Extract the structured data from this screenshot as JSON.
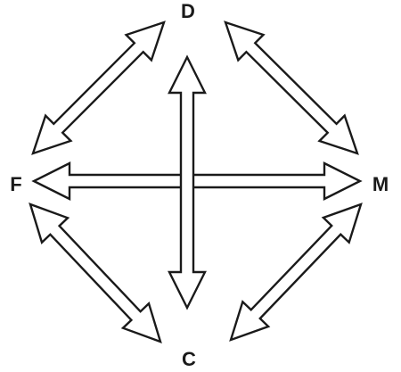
{
  "diagram": {
    "nodes": {
      "top": "D",
      "left": "F",
      "right": "M",
      "bottom": "C"
    },
    "connections": [
      {
        "from": "F",
        "to": "D",
        "direction": "both"
      },
      {
        "from": "D",
        "to": "M",
        "direction": "both"
      },
      {
        "from": "F",
        "to": "C",
        "direction": "both"
      },
      {
        "from": "M",
        "to": "C",
        "direction": "both"
      },
      {
        "from": "F",
        "to": "M",
        "direction": "both"
      },
      {
        "from": "D",
        "to": "C",
        "direction": "both"
      }
    ],
    "colors": {
      "stroke": "#1a1a1a",
      "fill": "#ffffff",
      "background": "#ffffff"
    }
  }
}
